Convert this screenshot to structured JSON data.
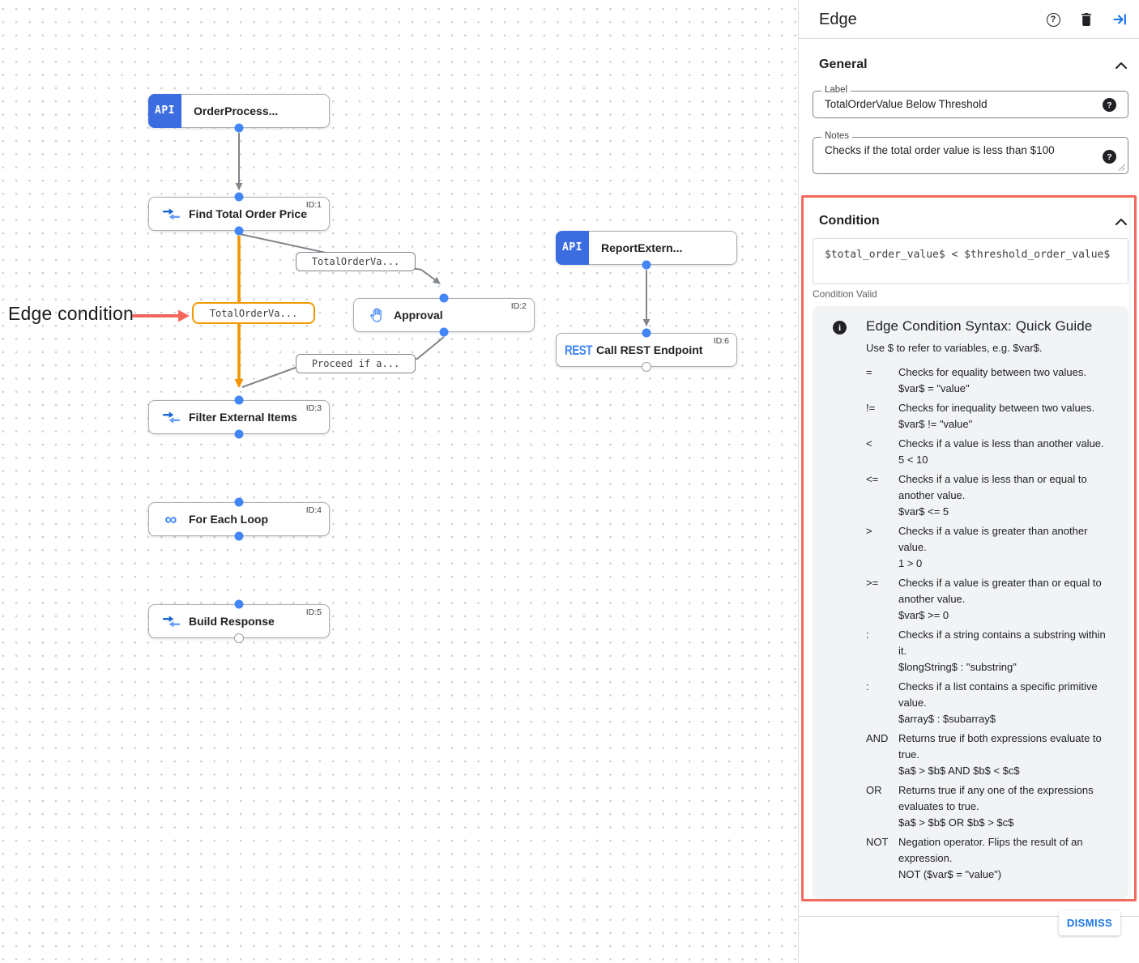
{
  "annotation": {
    "label": "Edge condition"
  },
  "canvas": {
    "nodes": [
      {
        "label": "OrderProcess...",
        "badge": "API"
      },
      {
        "label": "Find Total Order Price",
        "id_tag": "ID:1",
        "icon": "data-mapping-icon"
      },
      {
        "label": "ReportExtern...",
        "badge": "API"
      },
      {
        "label": "Approval",
        "id_tag": "ID:2",
        "icon": "approval-hand-icon"
      },
      {
        "label": "Call REST Endpoint",
        "id_tag": "ID:6",
        "icon": "rest-icon",
        "icon_text": "REST"
      },
      {
        "label": "Filter External Items",
        "id_tag": "ID:3",
        "icon": "data-mapping-icon"
      },
      {
        "label": "For Each Loop",
        "id_tag": "ID:4",
        "icon": "loop-icon",
        "icon_glyph": "∞"
      },
      {
        "label": "Build Response",
        "id_tag": "ID:5",
        "icon": "data-mapping-icon"
      }
    ],
    "edge_labels": [
      {
        "text": "TotalOrderVa...",
        "style": "gray"
      },
      {
        "text": "TotalOrderVa...",
        "style": "orange-highlighted"
      },
      {
        "text": "Proceed if a...",
        "style": "gray"
      }
    ]
  },
  "panel": {
    "title": "Edge",
    "general": {
      "section_label": "General",
      "label_field": {
        "label": "Label",
        "value": "TotalOrderValue Below Threshold"
      },
      "notes_field": {
        "label": "Notes",
        "value": "Checks if the total order value is less than $100"
      }
    },
    "condition": {
      "section_label": "Condition",
      "expression": "$total_order_value$ < $threshold_order_value$",
      "status": "Condition Valid",
      "guide": {
        "title": "Edge Condition Syntax: Quick Guide",
        "subtitle": "Use $ to refer to variables, e.g. $var$.",
        "items": [
          {
            "op": "=",
            "desc": "Checks for equality between two values.",
            "example": "$var$ = \"value\""
          },
          {
            "op": "!=",
            "desc": "Checks for inequality between two values.",
            "example": "$var$ != \"value\""
          },
          {
            "op": "<",
            "desc": "Checks if a value is less than another value.",
            "example": "5 < 10"
          },
          {
            "op": "<=",
            "desc": "Checks if a value is less than or equal to another value.",
            "example": "$var$ <= 5"
          },
          {
            "op": ">",
            "desc": "Checks if a value is greater than another value.",
            "example": "1 > 0"
          },
          {
            "op": ">=",
            "desc": "Checks if a value is greater than or equal to another value.",
            "example": "$var$ >= 0"
          },
          {
            "op": ":",
            "desc": "Checks if a string contains a substring within it.",
            "example": "$longString$ : \"substring\""
          },
          {
            "op": ":",
            "desc": "Checks if a list contains a specific primitive value.",
            "example": "$array$ : $subarray$"
          },
          {
            "op": "AND",
            "desc": "Returns true if both expressions evaluate to true.",
            "example": "$a$ > $b$ AND $b$ < $c$"
          },
          {
            "op": "OR",
            "desc": "Returns true if any one of the expressions evaluates to true.",
            "example": "$a$ > $b$ OR $b$ > $c$"
          },
          {
            "op": "NOT",
            "desc": "Negation operator. Flips the result of an expression.",
            "example": "NOT ($var$ = \"value\")"
          }
        ]
      }
    },
    "dismiss_label": "DISMISS"
  },
  "colors": {
    "accent_blue": "#4285f4",
    "badge_blue": "#3b6ce0",
    "link_blue": "#1a73e8",
    "edge_gray": "#80868b",
    "edge_orange": "#f29900",
    "highlight_red": "#f4695e",
    "guide_bg": "#f1f3f4"
  }
}
